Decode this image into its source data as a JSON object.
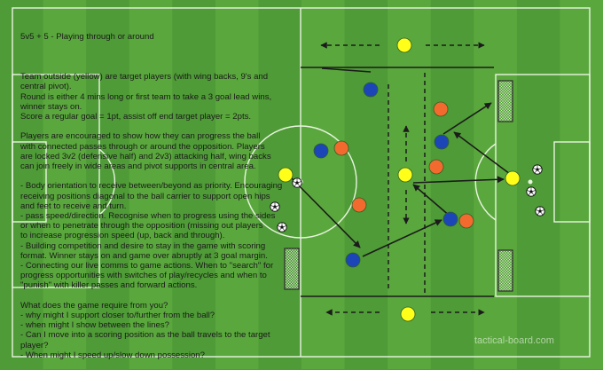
{
  "title": "5v5 + 5 - Playing through or around",
  "notes": [
    "",
    "Team outside (yellow) are target players (with wing backs, 9's and",
    "central pivot).",
    "Round is either 4 mins long or first team to take a 3 goal lead wins,",
    "winner stays on.",
    "Score a regular goal = 1pt, assist off end target player = 2pts.",
    "",
    "Players are encouraged to show how they can progress the ball",
    "with connected passes through or around the opposition. Players",
    "are locked 3v2 (defensive half) and 2v3) attacking half, wing backs",
    "can join freely in wide areas and pivot supports in central area.",
    "",
    "- Body orientation to receive between/beyond as priority. Encouraging",
    "receiving positions diagonal to the ball carrier to support open hips",
    "and feet to receive and turn.",
    "- pass speed/direction. Recognise when to progress using the sides",
    "or when to penetrate through the opposition (missing out players",
    "to increase progression speed (up, back and through).",
    "- Building competition and desire to stay in the game with scoring",
    "format. Winner stays on and game over abruptly at 3 goal margin.",
    "- Connecting our live comms to game actions. When to \"search\" for",
    "progress opportunities with switches of play/recycles and when to",
    "\"punish\" with killer passes and forward actions.",
    "",
    "What does the game require from you?",
    "- why might I support closer to/further from the ball?",
    "- when might I show between the lines?",
    "- Can I move into a scoring position as the ball travels to the target",
    "player?",
    "- When might I speed up/slow down possession?"
  ],
  "watermark": "tactical-board.com",
  "colors": {
    "pitch_light": "#5aa83d",
    "pitch_dark": "#4f9b37",
    "line": "#e9f4e0",
    "yellow": "#ffff1a",
    "blue": "#1c46b8",
    "orange": "#f26a2e",
    "arrow": "#1b1b1b"
  },
  "icons": [
    "ball-icon",
    "goal-net-icon",
    "arrow-icon"
  ]
}
